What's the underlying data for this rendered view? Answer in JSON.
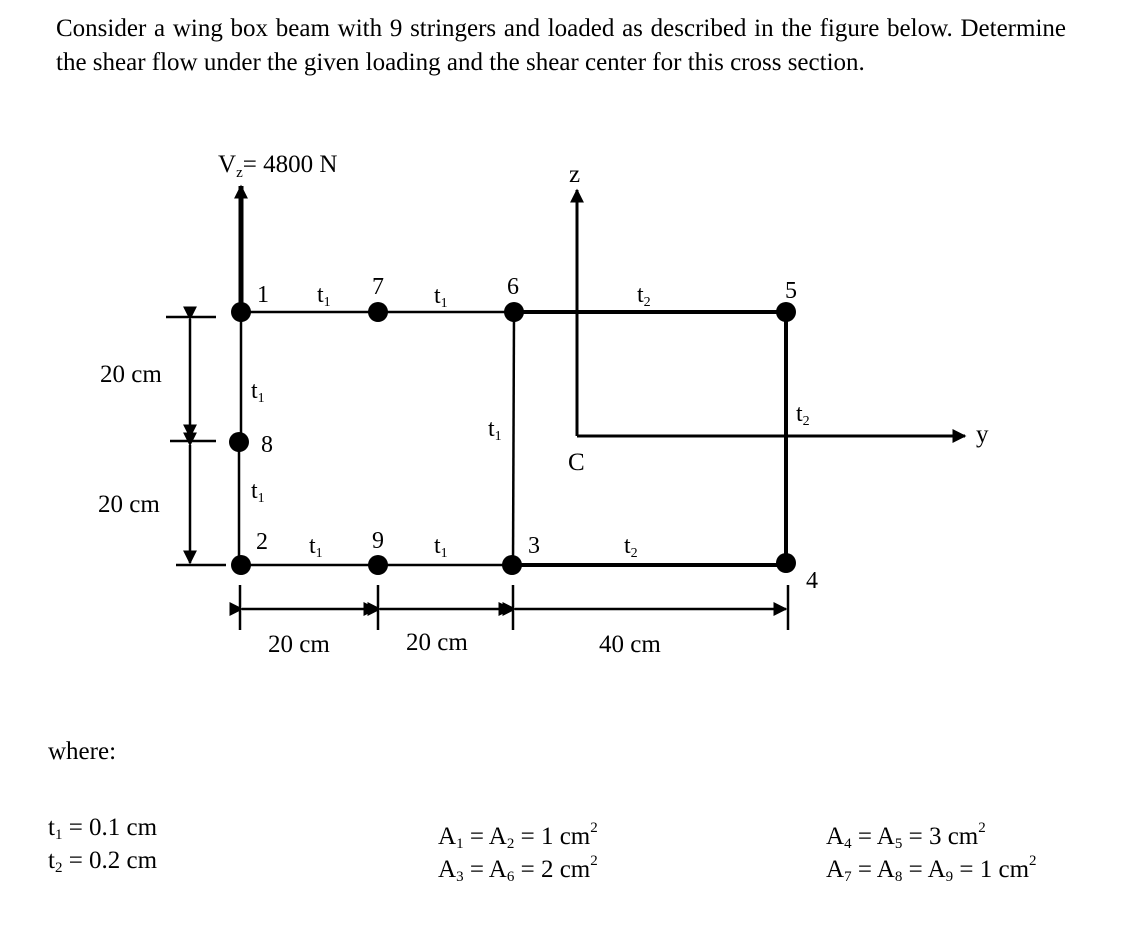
{
  "problem": {
    "statement": "Consider a wing box beam with 9 stringers and loaded as described in the figure below. Determine the shear flow under the given loading and the shear center for this cross section."
  },
  "figure": {
    "load": {
      "prefix": "V",
      "sub": "z",
      "value": "= 4800 N"
    },
    "axes": {
      "z": "z",
      "y": "y",
      "centroid": "C"
    },
    "nodes": [
      "1",
      "2",
      "3",
      "4",
      "5",
      "6",
      "7",
      "8",
      "9"
    ],
    "thickness": {
      "t": "t",
      "one": "1",
      "two": "2"
    },
    "dimensions": {
      "left_upper": "20 cm",
      "left_lower": "20 cm",
      "bottom_1": "20 cm",
      "bottom_2": "20 cm",
      "bottom_3": "40 cm"
    }
  },
  "where_label": "where:",
  "properties": {
    "t1": {
      "sym": "t",
      "sub": "1",
      "value": " = 0.1 cm"
    },
    "t2": {
      "sym": "t",
      "sub": "2",
      "value": " = 0.2 cm"
    },
    "a12": {
      "a": "A",
      "s1": "1",
      "mid": " = A",
      "s2": "2",
      "value": " = 1 cm",
      "exp": "2"
    },
    "a36": {
      "a": "A",
      "s1": "3",
      "mid": " = A",
      "s2": "6",
      "value": " = 2 cm",
      "exp": "2"
    },
    "a45": {
      "a": "A",
      "s1": "4",
      "mid": " = A",
      "s2": "5",
      "value": " = 3 cm",
      "exp": "2"
    },
    "a789": {
      "a": "A",
      "s1": "7",
      "mid": " = A",
      "s2": "8",
      "mid2": " = A",
      "s3": "9",
      "value": " = 1 cm",
      "exp": "2"
    }
  }
}
